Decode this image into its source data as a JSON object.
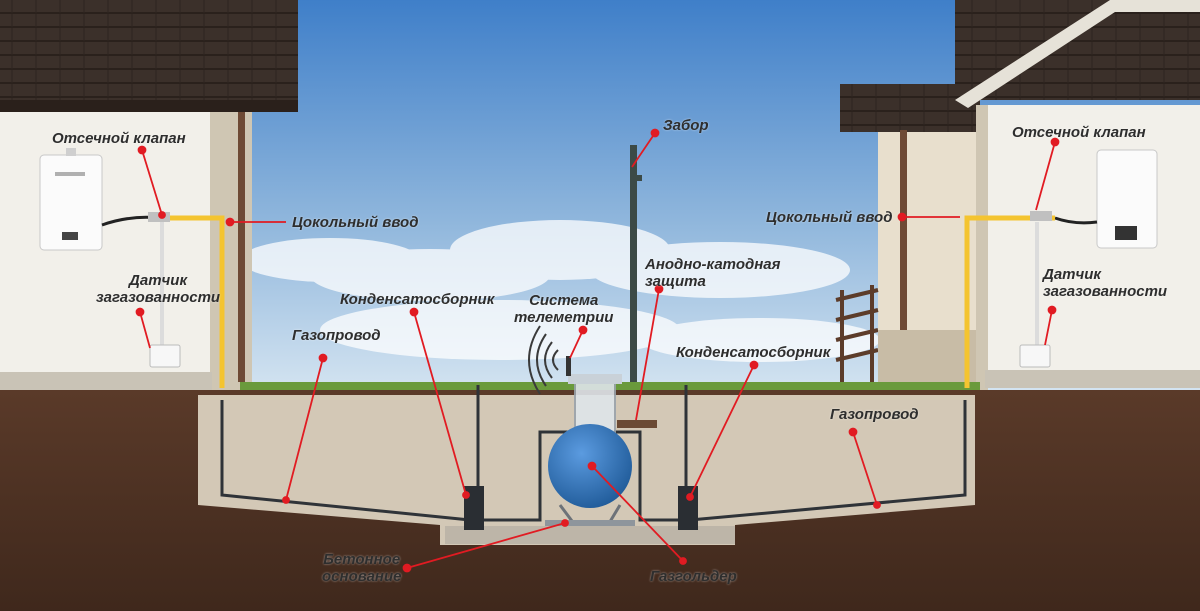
{
  "labels": {
    "shutoff_valve_left": "Отсечной клапан",
    "basement_entry_left": "Цокольный ввод",
    "gas_sensor_left": [
      "Датчик",
      "загазованности"
    ],
    "gas_pipeline_left": "Газопровод",
    "condensate_collector_left": "Конденсатосборник",
    "telemetry_system": [
      "Система",
      "телеметрии"
    ],
    "fence": "Забор",
    "anode_cathode_protection": [
      "Анодно-катодная",
      "защита"
    ],
    "condensate_collector_right": "Конденсатосборник",
    "basement_entry_right": "Цокольный ввод",
    "shutoff_valve_right": "Отсечной клапан",
    "gas_sensor_right": [
      "Датчик",
      "загазованности"
    ],
    "gas_pipeline_right": "Газопровод",
    "concrete_base": [
      "Бетонное",
      "основание"
    ],
    "gas_holder": "Газгольдер"
  },
  "colors": {
    "sky_top": "#3f7fc9",
    "sky_bottom": "#d7e6f2",
    "soil": "#4a2f22",
    "sand": "#d3c8b6",
    "grass": "#6a9a3c",
    "roof": "#3b302a",
    "wall": "#f2f0ea",
    "gas_pipe_yellow": "#f4c430",
    "pipe_dark": "#2f3338",
    "tank_blue": "#2f6fb3",
    "marker_red": "#e11b22"
  },
  "icons": [
    "boiler-icon",
    "gas-sensor-icon",
    "gas-holder-tank",
    "telemetry-signal-icon"
  ]
}
